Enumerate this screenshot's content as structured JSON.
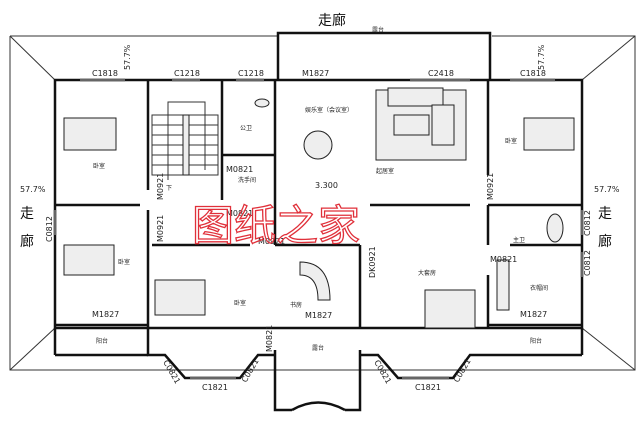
{
  "title": "",
  "watermark": "图纸之家",
  "watermark_color": "#e0303a",
  "corridor": {
    "top": "走廊",
    "left_1": "走",
    "left_2": "廊",
    "right_1": "走",
    "right_2": "廊"
  },
  "slopes": {
    "top_left": "57.7%",
    "top_right": "57.7%",
    "left": "57.7%",
    "right": "57.7%"
  },
  "elevation": "3.300",
  "rooms": {
    "terrace_top": "露台",
    "bedroom_nw": "卧室",
    "public_bath": "公卫",
    "washroom": "洗手间",
    "entertainment": "娱乐室（会议室）",
    "living": "起居室",
    "bedroom_ne": "卧室",
    "bedroom_w": "卧室",
    "bedroom_sw": "卧室",
    "study": "书房",
    "master_suite": "大套房",
    "master_bath": "主卫",
    "closet": "衣帽间",
    "balcony_w": "阳台",
    "terrace_s": "露台",
    "balcony_e": "阳台",
    "stair_down": "下"
  },
  "openings": {
    "c1818_l": "C1818",
    "c1218_a": "C1218",
    "c1218_b": "C1218",
    "m1827_top": "M1827",
    "c2418": "C2418",
    "c1818_r": "C1818",
    "c0812_l": "C0812",
    "c0812_r1": "C0812",
    "c0812_r2": "C0812",
    "m0821_a": "M0821",
    "m0821_b": "M0821",
    "m0821_c": "M0821",
    "m0821_d": "M0821",
    "m0921_a": "M0921",
    "m0921_b": "M0921",
    "m0921_c": "M0921",
    "m0921_d": "M0921",
    "dk0921": "DK0921",
    "m1827_w": "M1827",
    "m1827_s": "M1827",
    "m1827_e": "M1827",
    "c0821_a": "C0821",
    "c1821_l": "C1821",
    "c0821_b": "C0821",
    "c0821_c": "C0821",
    "c1821_r": "C1821",
    "c0821_d": "C0821"
  }
}
